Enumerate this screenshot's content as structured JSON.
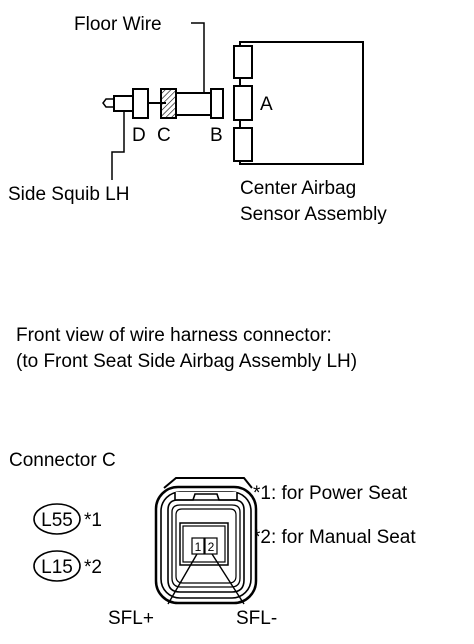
{
  "top_diagram": {
    "floor_wire": "Floor Wire",
    "side_squib": "Side Squib LH",
    "sensor_line1": "Center Airbag",
    "sensor_line2": "Sensor Assembly",
    "labels": {
      "a": "A",
      "b": "B",
      "c": "C",
      "d": "D"
    }
  },
  "caption": {
    "line1": "Front view of wire harness connector:",
    "line2": "(to Front Seat Side Airbag Assembly LH)"
  },
  "connector": {
    "title": "Connector C",
    "codes": [
      {
        "code": "L55",
        "mark": "*1"
      },
      {
        "code": "L15",
        "mark": "*2"
      }
    ],
    "notes": [
      "*1: for Power Seat",
      "*2: for Manual Seat"
    ],
    "pins": [
      "1",
      "2"
    ],
    "terminals": {
      "plus": "SFL+",
      "minus": "SFL-"
    }
  }
}
